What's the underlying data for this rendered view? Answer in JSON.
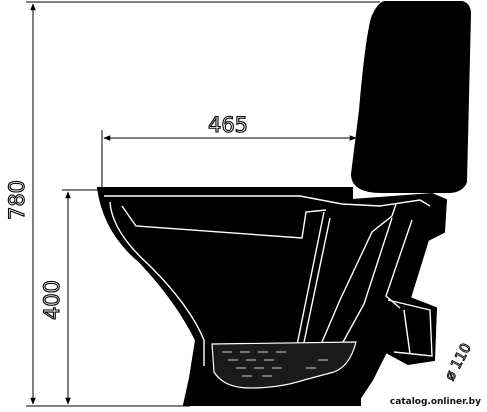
{
  "dimensions": {
    "overall_height": "780",
    "seat_length": "465",
    "seat_height": "400",
    "outlet_diameter": "ø 110"
  },
  "watermark": "catalog.onliner.by"
}
